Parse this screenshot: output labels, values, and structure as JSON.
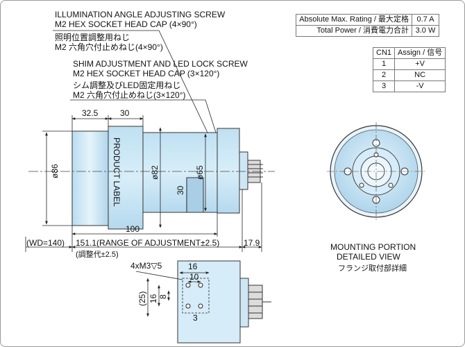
{
  "callouts": {
    "illum_en_1": "ILLUMINATION ANGLE ADJUSTING SCREW",
    "illum_en_2": "M2 HEX SOCKET HEAD CAP (4×90°)",
    "illum_jp_1": "照明位置調整用ねじ",
    "illum_jp_2": "M2 六角穴付止めねじ(4×90°)",
    "shim_en_1": "SHIM ADJUSTMENT AND LED LOCK SCREW",
    "shim_en_2": "M2 HEX SOCKET HEAD CAP (3×120°)",
    "shim_jp_1": "シム調整及びLED固定用ねじ",
    "shim_jp_2": "M2 六角穴付止めねじ(3×120°)"
  },
  "ratings": {
    "rows": [
      {
        "label": "Absolute Max. Rating / 最大定格",
        "value": "0.7 A"
      },
      {
        "label": "Total Power / 消費電力合計",
        "value": "3.0 W"
      }
    ]
  },
  "pins": {
    "headers": [
      "CN1",
      "Assign / 信号"
    ],
    "rows": [
      {
        "pin": "1",
        "assign": "+V"
      },
      {
        "pin": "2",
        "assign": "NC"
      },
      {
        "pin": "3",
        "assign": "-V"
      }
    ]
  },
  "dims": {
    "d32": "32.5",
    "d30top": "30",
    "phi86": "ø86",
    "phi82": "ø82",
    "phi65": "ø65",
    "d30side": "30",
    "d100": "100",
    "wd": "(WD=140)",
    "range": "151.1(RANGE OF ADJUSTMENT±2.5)",
    "d179": "17.9",
    "range_jp": "(調整代±2.5)",
    "product_label": "PRODUCT LABEL"
  },
  "detail": {
    "title_1": "MOUNTING PORTION",
    "title_2": "DETAILED VIEW",
    "title_jp": "フランジ取付部詳細",
    "screw": "4xM3▽5",
    "d16h": "16",
    "d10": "10",
    "d25": "(25)",
    "d16v": "16",
    "d8": "8",
    "d3": "3"
  }
}
